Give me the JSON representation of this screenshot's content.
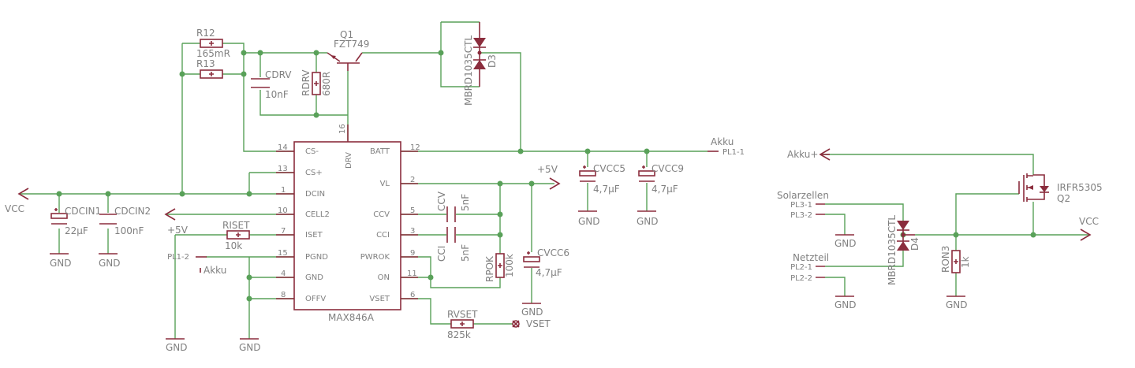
{
  "nets": {
    "vcc_left": "VCC",
    "vcc_right": "VCC",
    "akku_plus": "Akku+",
    "akku_out": "Akku",
    "akku_pl12": "Akku",
    "p5v_right": "+5V",
    "p5v_left": "+5V",
    "vset": "VSET"
  },
  "gnd": "GND",
  "connectors": {
    "pl1_1": "PL1-1",
    "pl1_2": "PL1-2",
    "pl2_1": "PL2-1",
    "pl2_2": "PL2-2",
    "pl3_1": "PL3-1",
    "pl3_2": "PL3-2",
    "solarzellen": "Solarzellen",
    "netzteil": "Netzteil"
  },
  "components": {
    "r12": {
      "name": "R12",
      "value": "165mR"
    },
    "r13": {
      "name": "R13"
    },
    "cdrv": {
      "name": "CDRV",
      "value": "10nF"
    },
    "rdrv": {
      "name": "RDRV",
      "value": "680R"
    },
    "q1": {
      "name": "Q1",
      "value": "FZT749"
    },
    "d3": {
      "name": "D3",
      "value": "MBRD1035CTL"
    },
    "d4": {
      "name": "D4",
      "value": "MBRD1035CTL"
    },
    "cdcin1": {
      "name": "CDCIN1",
      "value": "22µF"
    },
    "cdcin2": {
      "name": "CDCIN2",
      "value": "100nF"
    },
    "rset": {
      "name": "RISET",
      "value": "10k"
    },
    "ccv": {
      "name": "CCV",
      "value": "5nF"
    },
    "cci": {
      "name": "CCI",
      "value": "5nF"
    },
    "rpok": {
      "name": "RPOK",
      "value": "100k"
    },
    "cvcc6": {
      "name": "CVCC6",
      "value": "4,7µF"
    },
    "cvcc5": {
      "name": "CVCC5",
      "value": "4,7µF"
    },
    "cvcc9": {
      "name": "CVCC9",
      "value": "4,7µF"
    },
    "rvset": {
      "name": "RVSET",
      "value": "825k"
    },
    "q2": {
      "name": "Q2",
      "value": "IRFR5305"
    },
    "ron3": {
      "name": "RON3",
      "value": "1k"
    }
  },
  "ic": {
    "name": "MAX846A",
    "left_pins": [
      {
        "num": "14",
        "label": "CS-"
      },
      {
        "num": "13",
        "label": "CS+"
      },
      {
        "num": "1",
        "label": "DCIN"
      },
      {
        "num": "10",
        "label": "CELL2"
      },
      {
        "num": "7",
        "label": "ISET"
      },
      {
        "num": "15",
        "label": "PGND"
      },
      {
        "num": "4",
        "label": "GND"
      },
      {
        "num": "8",
        "label": "OFFV"
      }
    ],
    "right_pins": [
      {
        "num": "12",
        "label": "BATT"
      },
      {
        "num": "2",
        "label": "VL"
      },
      {
        "num": "5",
        "label": "CCV"
      },
      {
        "num": "3",
        "label": "CCI"
      },
      {
        "num": "9",
        "label": "PWROK"
      },
      {
        "num": "11",
        "label": "ON"
      },
      {
        "num": "6",
        "label": "VSET"
      }
    ],
    "top_pin": {
      "num": "16",
      "label": "DRV"
    }
  }
}
